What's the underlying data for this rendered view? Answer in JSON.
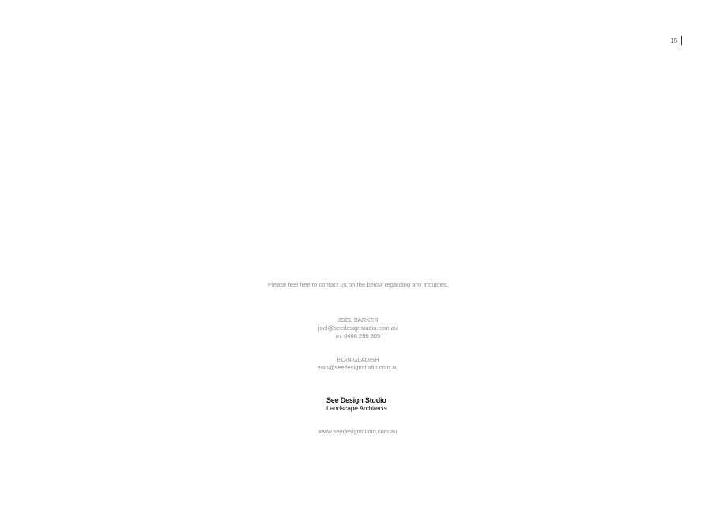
{
  "page": {
    "number": "15"
  },
  "intro": {
    "text": "Please feel free to contact us on the below regarding any inquiries."
  },
  "contacts": [
    {
      "name": "JOEL BARKER",
      "email": "joel@seedesignstudio.com.au",
      "phone": "m. 0466 266 305"
    },
    {
      "name": "EOIN GLADISH",
      "email": "eoin@seedesignstudio.com.au"
    }
  ],
  "logo": {
    "line1": "See Design Studio",
    "line2": "Landscape Architects"
  },
  "website": "www.seedesignstudio.com.au",
  "colors": {
    "text_gray": "#8c8c8c",
    "logo_black": "#111111",
    "background": "#ffffff"
  }
}
